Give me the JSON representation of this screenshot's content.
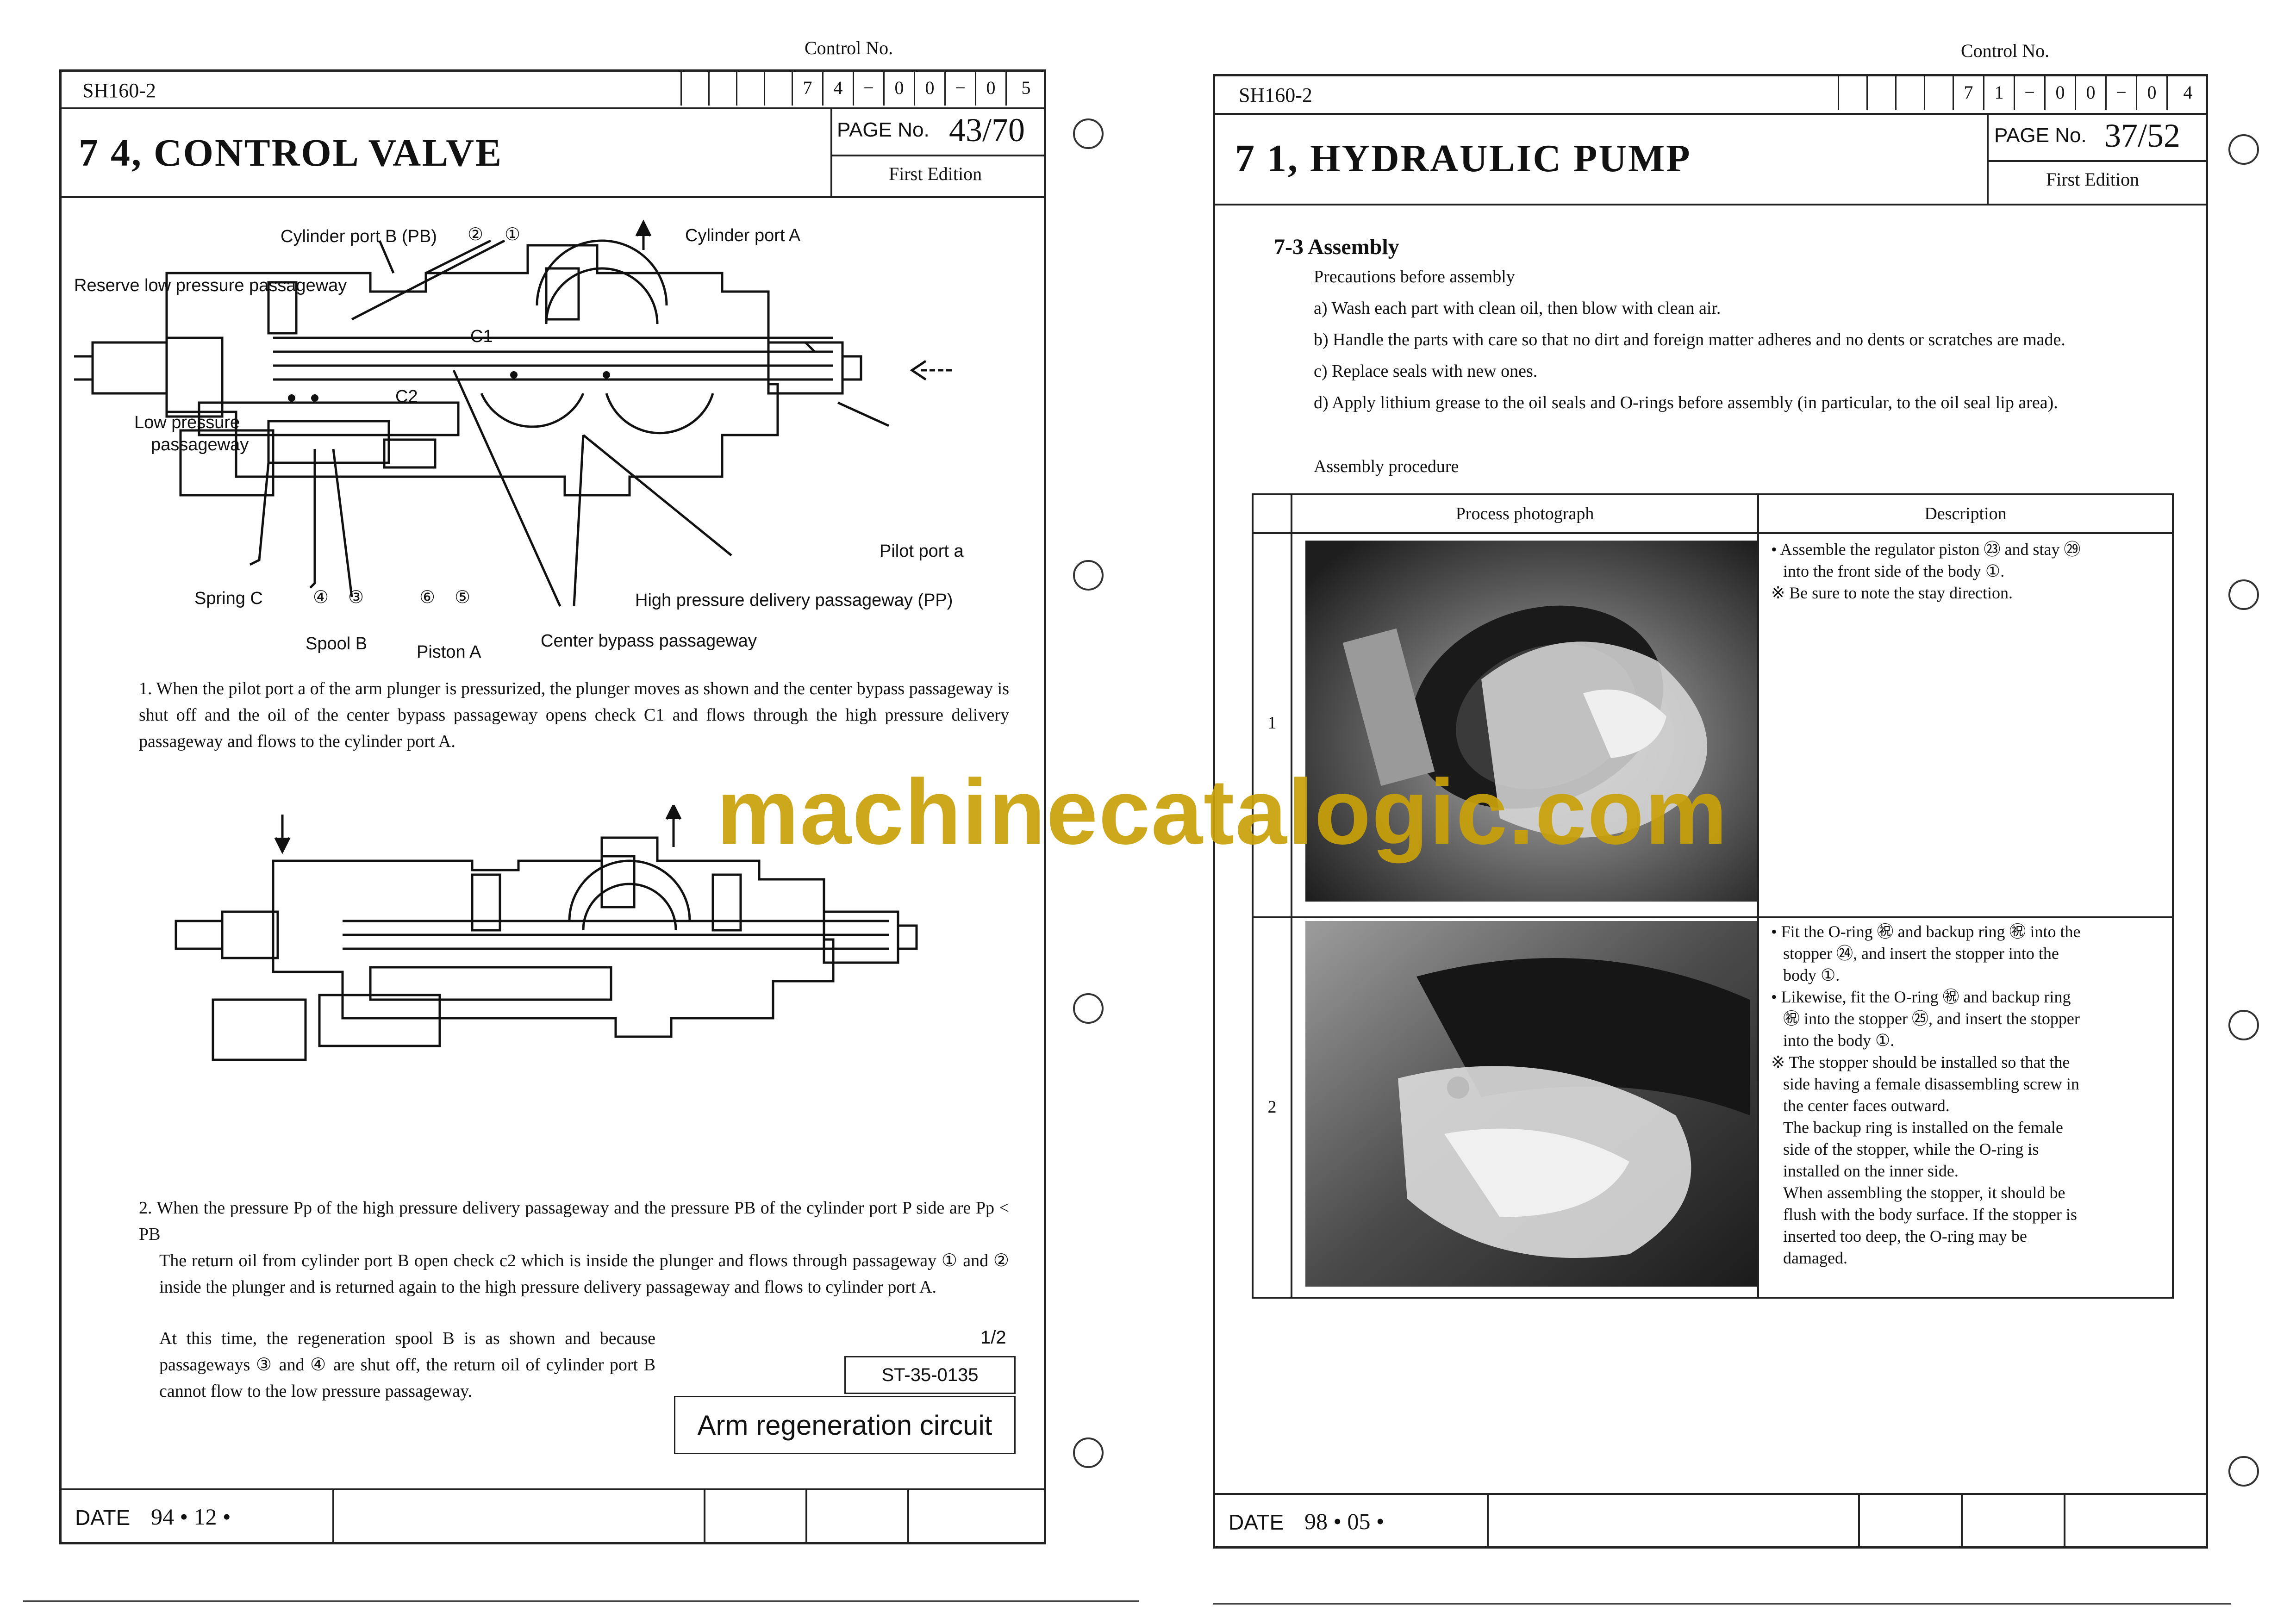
{
  "left_page": {
    "control_label": "Control No.",
    "model": "SH160-2",
    "control_digits": [
      "7",
      "4",
      "−",
      "0",
      "0",
      "−",
      "0",
      "5"
    ],
    "title": "7 4,  CONTROL VALVE",
    "page_label": "PAGE No.",
    "page_number": "43/70",
    "edition": "First Edition",
    "diagram1_labels": {
      "cyl_port_b": "Cylinder port B (PB)",
      "num2": "②",
      "num1": "①",
      "cyl_port_a": "Cylinder port A",
      "reserve_low": "Reserve low pressure passageway",
      "c1": "C1",
      "c2": "C2",
      "low_pressure_1": "Low pressure",
      "low_pressure_2": "passageway",
      "pilot_port_a": "Pilot port a",
      "spring_c": "Spring C",
      "num4": "④",
      "num3": "③",
      "num6": "⑥",
      "num5": "⑤",
      "high_pressure": "High pressure delivery passageway (PP)",
      "spool_b": "Spool B",
      "piston_a": "Piston A",
      "center_bypass": "Center bypass passageway"
    },
    "para1": "1. When the pilot port a of the arm plunger is pressurized, the plunger moves as shown and the center bypass passageway is shut off and the oil of the center bypass passageway opens check C1 and flows through the high pressure delivery passageway and flows to the cylinder port A.",
    "para2_line1": "2. When the pressure Pp of the high pressure delivery passageway and the pressure PB of the cylinder port P side are Pp < PB",
    "para2_line2": "The return oil from cylinder port B open check c2 which is inside the plunger and flows through passageway ① and ② inside the plunger and is returned again to the high pressure delivery passageway and flows to cylinder port A.",
    "para2_line3": "At this time, the regeneration spool B is as shown and because passageways ③ and ④ are shut off, the return oil of cylinder port B cannot flow to the low pressure passageway.",
    "sheet_fraction": "1/2",
    "ref_code": "ST-35-0135",
    "ref_title": "Arm regeneration circuit",
    "date_label": "DATE",
    "date_value": "94 • 12 •"
  },
  "right_page": {
    "control_label": "Control No.",
    "model": "SH160-2",
    "control_digits": [
      "7",
      "1",
      "−",
      "0",
      "0",
      "−",
      "0",
      "4"
    ],
    "title": "7 1,  HYDRAULIC PUMP",
    "page_label": "PAGE No.",
    "page_number": "37/52",
    "edition": "First Edition",
    "section_title": "7-3 Assembly",
    "precautions_title": "Precautions before assembly",
    "precautions": [
      "a) Wash each part with clean oil, then blow with clean air.",
      "b) Handle the parts with care so that no dirt and foreign matter adheres and no dents or scratches are made.",
      "c) Replace seals with new ones.",
      "d) Apply lithium grease to the oil seals and O-rings before assembly (in particular, to the oil seal lip area)."
    ],
    "procedure_title": "Assembly procedure",
    "table_headers": {
      "photo": "Process photograph",
      "desc": "Description"
    },
    "steps": [
      {
        "num": "1",
        "lines": [
          "• Assemble the regulator piston ㉓ and stay ㉙",
          "  into the front side of the body ①.",
          "※ Be sure to note the stay direction."
        ]
      },
      {
        "num": "2",
        "lines": [
          "• Fit the O-ring ㊗ and backup ring ㊗ into the",
          "  stopper ㉔, and insert the stopper into the",
          "  body ①.",
          "• Likewise, fit the O-ring ㊗ and backup ring",
          "  ㊗ into the stopper ㉕, and insert the stopper",
          "  into the body ①.",
          "※ The stopper should be installed so that the",
          "  side having a female disassembling screw in",
          "  the center faces outward.",
          "  The backup ring is installed on the female",
          "  side of the stopper, while the O-ring is",
          "  installed on the inner side.",
          "  When assembling the stopper, it should be",
          "  flush with the body surface. If the stopper is",
          "  inserted too deep, the O-ring may be",
          "  damaged."
        ]
      }
    ],
    "date_label": "DATE",
    "date_value": "98 • 05 •"
  },
  "watermark": "machinecatalogic.com",
  "colors": {
    "watermark": "#c9a10a",
    "ink": "#111111"
  }
}
